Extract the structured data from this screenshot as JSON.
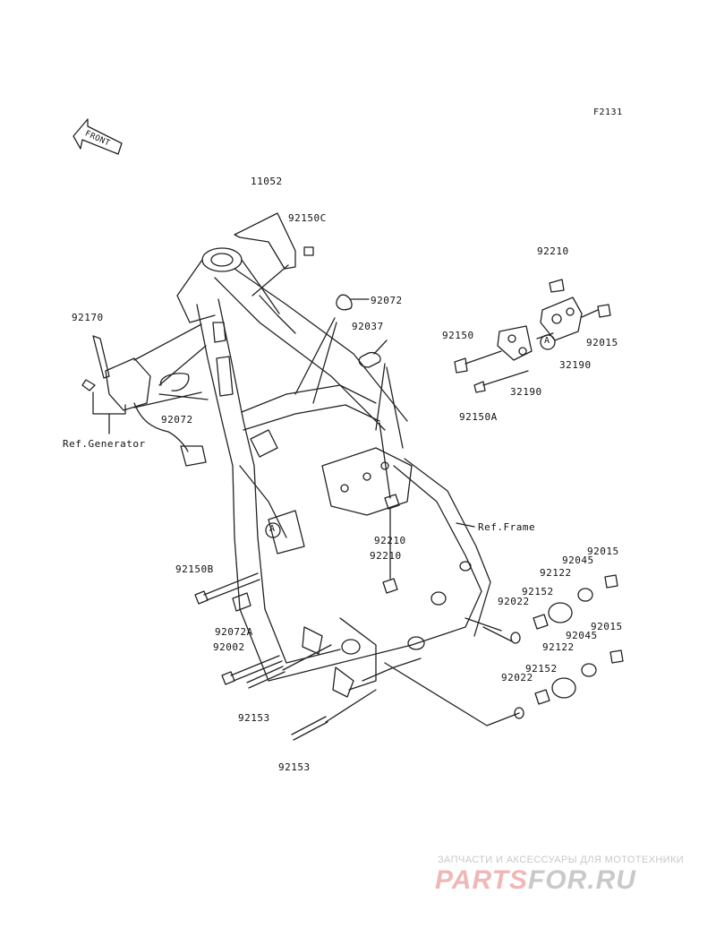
{
  "figure_code": "F2131",
  "direction_arrow": "FRONT",
  "parts": [
    "11052",
    "92150C",
    "92072",
    "92037",
    "92170",
    "92072",
    "92210",
    "92150",
    "92015",
    "32190",
    "32190",
    "92150A",
    "92210",
    "92210",
    "92150B",
    "92072A",
    "92002",
    "92153",
    "92153",
    "92015",
    "92045",
    "92122",
    "92152",
    "92022",
    "92015",
    "92045",
    "92122",
    "92152",
    "92022"
  ],
  "refs": {
    "generator": "Ref.Generator",
    "frame": "Ref.Frame"
  },
  "callout": "A",
  "watermark": {
    "line": "ЗАПЧАСТИ И АКСЕССУАРЫ ДЛЯ МОТОТЕХНИКИ",
    "logo_a": "PARTS",
    "logo_b": "FOR.RU"
  }
}
